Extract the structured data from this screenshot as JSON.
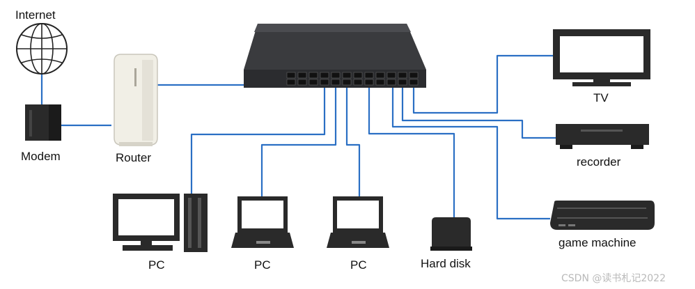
{
  "labels": {
    "internet": "Internet",
    "modem": "Modem",
    "router": "Router",
    "pc_desktop": "PC",
    "pc_laptop_1": "PC",
    "pc_laptop_2": "PC",
    "hard_disk": "Hard disk",
    "tv": "TV",
    "recorder": "recorder",
    "game_machine": "game machine"
  },
  "watermark": "CSDN @读书札记2022",
  "colors": {
    "cable": "#2a6fc4",
    "device_dark": "#2a2a2a",
    "switch_body": "#3a3b3e",
    "router_body": "#f1efe6"
  }
}
